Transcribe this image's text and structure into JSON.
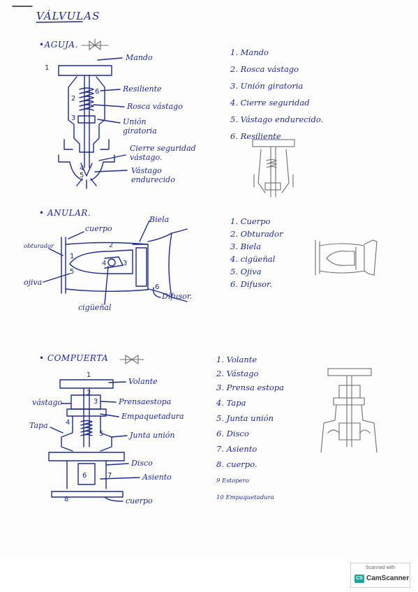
{
  "title": "VÁLVULAS",
  "sections": [
    {
      "name": "•AGUJA.",
      "labels": [
        "Mando",
        "Resiliente",
        "Rosca vástago",
        "Unión giratoria",
        "Cierre seguridad vástago.",
        "Vástago endurecido"
      ],
      "numbers": [
        "1",
        "2",
        "3",
        "4",
        "5",
        "6"
      ],
      "list": [
        "1. Mando",
        "2. Rosca vástago",
        "3. Unión giratoria",
        "4. Cierre seguridad",
        "5. Vástago endurecido.",
        "6. Resiliente"
      ]
    },
    {
      "name": "• ANULAR.",
      "labels": [
        "cuerpo",
        "Biela",
        "obturador",
        "ojiva",
        "cigüeñal",
        "Difusor."
      ],
      "numbers": [
        "1",
        "2",
        "3",
        "4",
        "5",
        "6"
      ],
      "list": [
        "1. Cuerpo",
        "2. Obturador",
        "3. Biela",
        "4. cigüeñal",
        "5. Ojiva",
        "6. Difusor."
      ]
    },
    {
      "name": "• COMPUERTA",
      "labels": [
        "Volante",
        "vástago",
        "Prensaestopa",
        "Empaquetadura",
        "Tapa",
        "Junta unión",
        "Disco",
        "Asiento",
        "cuerpo"
      ],
      "numbers": [
        "1",
        "2",
        "3",
        "4",
        "5",
        "6",
        "7",
        "8"
      ],
      "list": [
        "1. Volante",
        "2. Vástago",
        "3. Prensa estopa",
        "4. Tapa",
        "5. Junta unión",
        "6. Disco",
        "7. Asiento",
        "8. cuerpo.",
        "9 Estopero",
        "10 Empaquetadura"
      ]
    }
  ],
  "footer": {
    "scanned_with": "Scanned with",
    "brand": "CamScanner",
    "logo": "CS"
  }
}
